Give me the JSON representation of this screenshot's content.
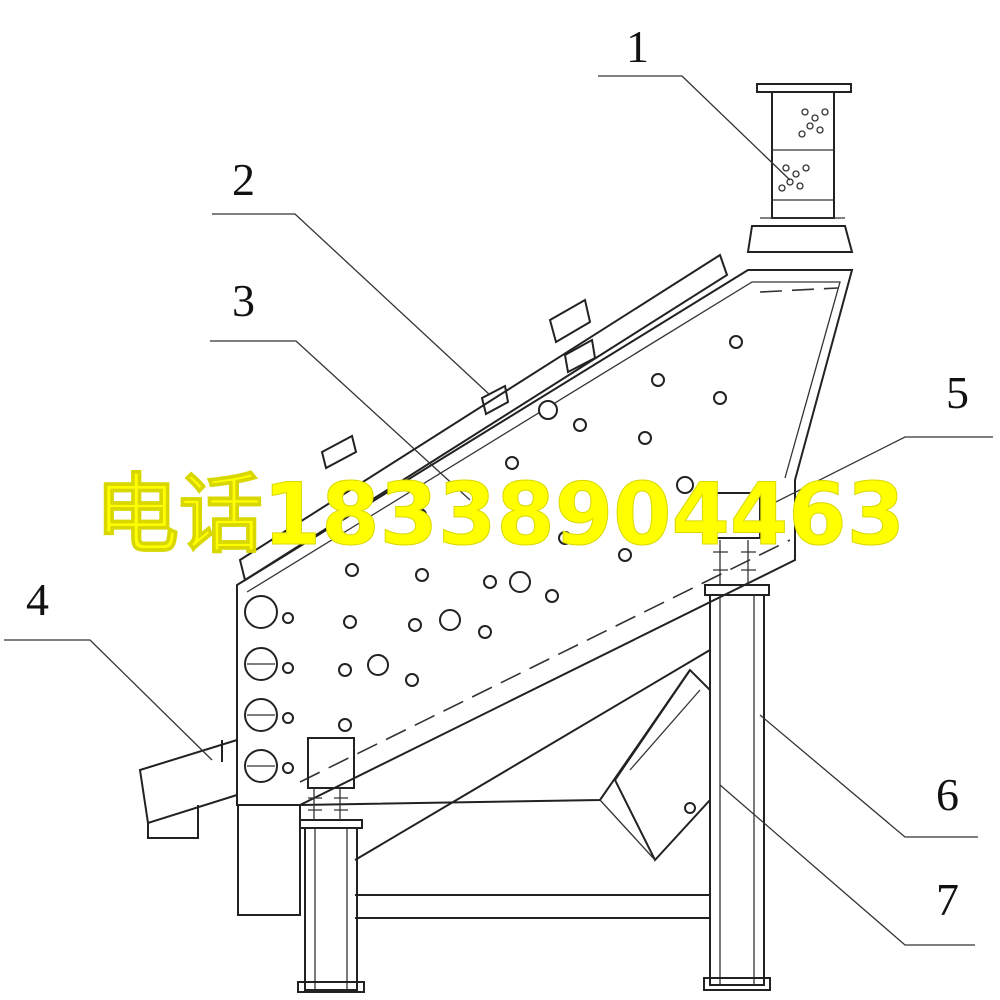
{
  "callouts": [
    {
      "id": "1",
      "label": "1"
    },
    {
      "id": "2",
      "label": "2"
    },
    {
      "id": "3",
      "label": "3"
    },
    {
      "id": "4",
      "label": "4"
    },
    {
      "id": "5",
      "label": "5"
    },
    {
      "id": "6",
      "label": "6"
    },
    {
      "id": "7",
      "label": "7"
    }
  ],
  "watermark": {
    "text": "电话18338904463",
    "color": "#ffff00"
  },
  "colors": {
    "line": "#222222",
    "background": "#ffffff"
  }
}
